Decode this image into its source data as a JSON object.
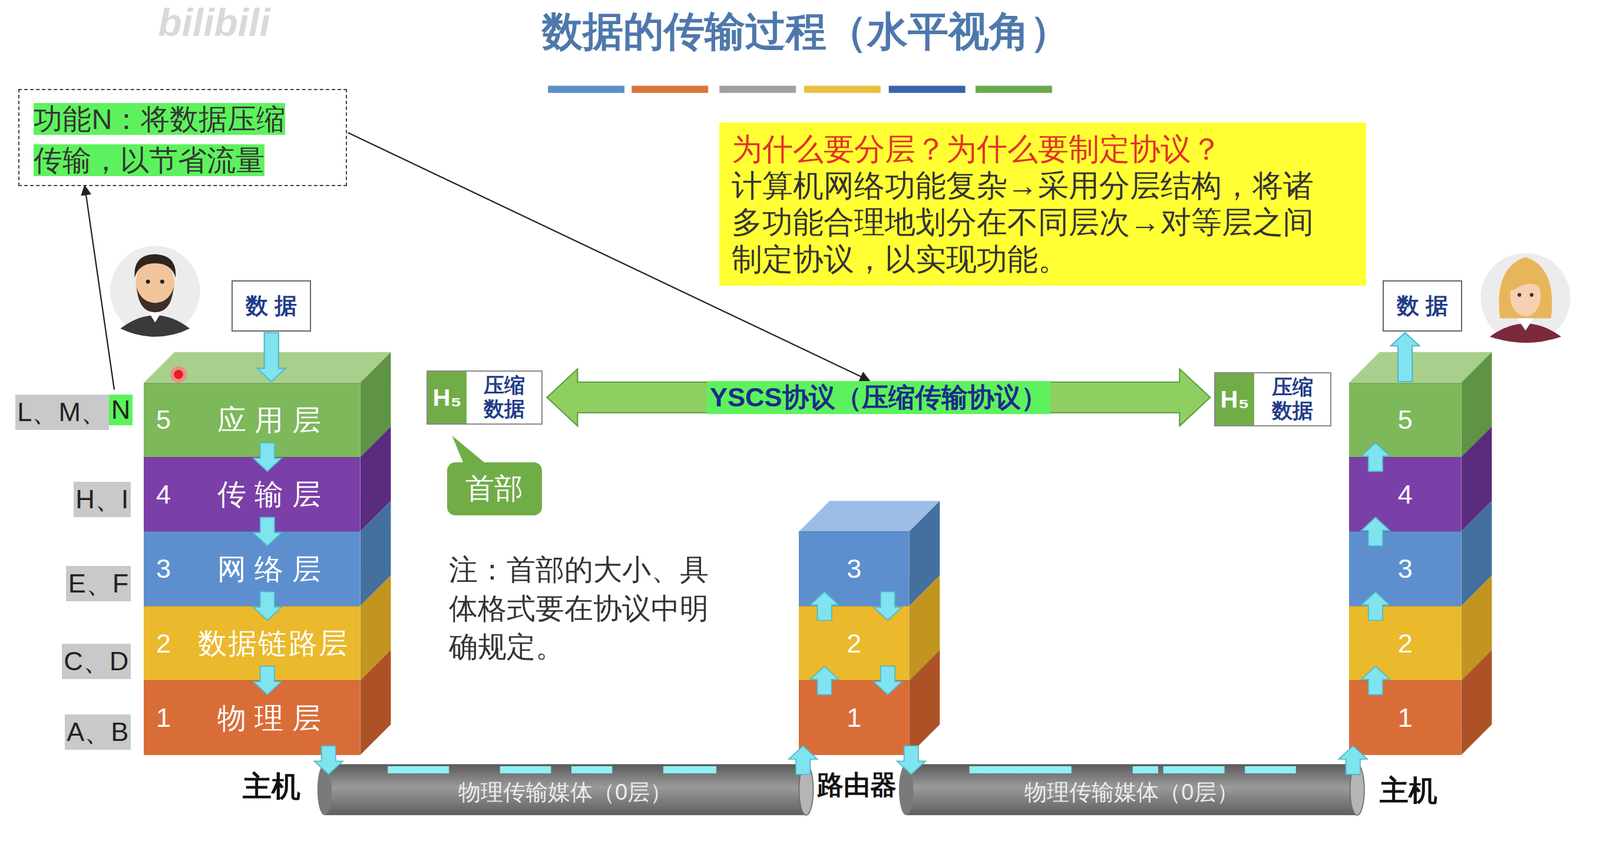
{
  "diagram": {
    "title": "数据的传输过程（水平视角）",
    "nodes": [
      {
        "text": [
          "功能N：将数据压缩 传输，以节省流量"
        ]
      },
      {
        "text": [
          "为什么要分层？为什么要制定协议？",
          "计算机网络功能复杂→采用分层结构，将诸 多功能合理地划分在不同层次→对等层之间 制定协议，以实现功能。"
        ]
      },
      {
        "text": [
          "数据"
        ]
      },
      {
        "text": [
          "数据"
        ]
      },
      {
        "text": [
          "H₅",
          "压缩 数据"
        ]
      },
      {
        "text": [
          "H₅",
          "压缩 数据"
        ]
      },
      {
        "text": [
          "首部"
        ]
      },
      {
        "text": [
          "5",
          "应用层"
        ]
      },
      {
        "text": [
          "4",
          "传输层"
        ]
      },
      {
        "text": [
          "3",
          "网络层"
        ]
      },
      {
        "text": [
          "2",
          "数据链路层"
        ]
      },
      {
        "text": [
          "1",
          "物理层"
        ]
      },
      {
        "text": [
          "3"
        ]
      },
      {
        "text": [
          "2"
        ]
      },
      {
        "text": [
          "1"
        ]
      },
      {
        "text": [
          "5"
        ]
      },
      {
        "text": [
          "4"
        ]
      },
      {
        "text": [
          "3"
        ]
      },
      {
        "text": [
          "2"
        ]
      },
      {
        "text": [
          "1"
        ]
      },
      {
        "text": [
          "物理传输媒体（0层）"
        ]
      },
      {
        "text": [
          "物理传输媒体（0层）"
        ]
      }
    ],
    "edges": [
      {
        "from": 4,
        "to": 5,
        "arrow": "both",
        "label": "YSCS协议（压缩传输协议）"
      },
      {
        "from": 2,
        "to": 7,
        "arrow": "to"
      },
      {
        "from": 15,
        "to": 3,
        "arrow": "to"
      }
    ],
    "labels": [
      "bilibili",
      "L、M、",
      "N",
      "H、I",
      "E、F",
      "C、D",
      "A、B",
      "注：首部的大小、具 体格式要在协议中明 确规定。",
      "主机",
      "路由器",
      "主机"
    ]
  }
}
